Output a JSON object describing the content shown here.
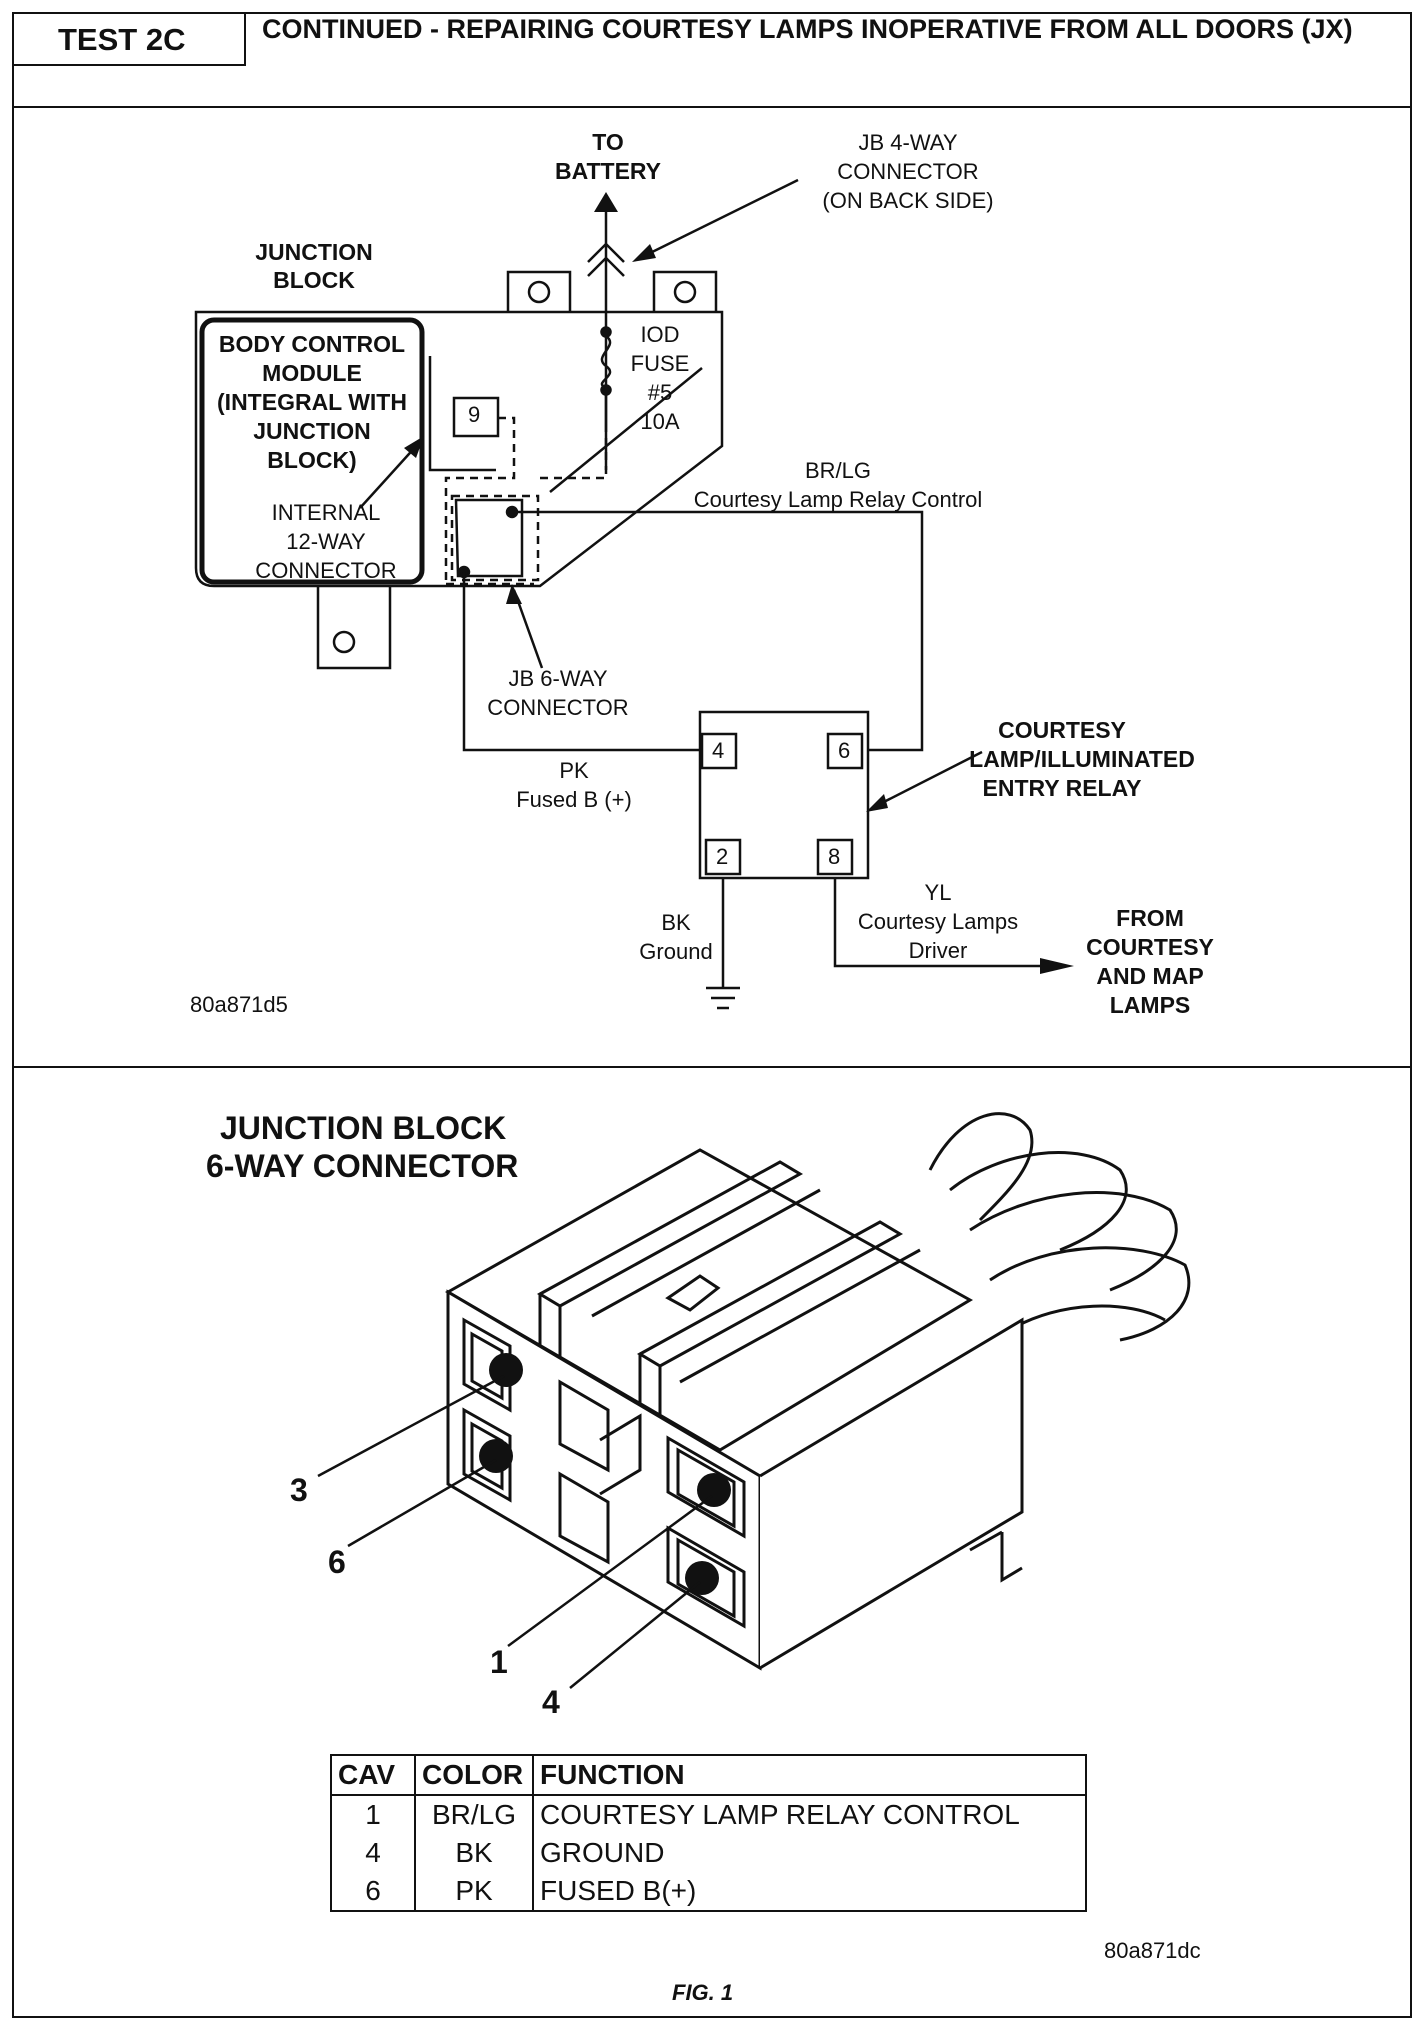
{
  "header": {
    "test_id": "TEST 2C",
    "title": "CONTINUED - REPAIRING COURTESY LAMPS INOPERATIVE FROM ALL DOORS (JX)"
  },
  "wiring_diagram": {
    "to_battery": [
      "TO",
      "BATTERY"
    ],
    "jb_4way": [
      "JB 4-WAY",
      "CONNECTOR",
      "(ON BACK SIDE)"
    ],
    "junction_block": [
      "JUNCTION",
      "BLOCK"
    ],
    "bcm": [
      "BODY CONTROL",
      "MODULE",
      "(INTEGRAL WITH",
      "JUNCTION",
      "BLOCK)"
    ],
    "internal_12way": [
      "INTERNAL",
      "12-WAY",
      "CONNECTOR"
    ],
    "fuse": [
      "IOD",
      "FUSE",
      "#5",
      "10A"
    ],
    "pin_9": "9",
    "wire_brlg": [
      "BR/LG",
      "Courtesy Lamp Relay Control"
    ],
    "jb_6way": [
      "JB 6-WAY",
      "CONNECTOR"
    ],
    "relay_label": [
      "COURTESY",
      "LAMP/ILLUMINATED",
      "ENTRY RELAY"
    ],
    "relay_pins": {
      "p4": "4",
      "p6": "6",
      "p2": "2",
      "p8": "8"
    },
    "wire_pk": [
      "PK",
      "Fused B (+)"
    ],
    "wire_bk": [
      "BK",
      "Ground"
    ],
    "wire_yl": [
      "YL",
      "Courtesy Lamps",
      "Driver"
    ],
    "from_lamps": [
      "FROM",
      "COURTESY",
      "AND MAP",
      "LAMPS"
    ],
    "ref_code": "80a871d5"
  },
  "connector_view": {
    "title": [
      "JUNCTION BLOCK",
      "6-WAY CONNECTOR"
    ],
    "callouts": {
      "c3": "3",
      "c6": "6",
      "c1": "1",
      "c4": "4"
    },
    "ref_code": "80a871dc",
    "figure_caption": "FIG. 1"
  },
  "pin_table": {
    "headers": [
      "CAV",
      "COLOR",
      "FUNCTION"
    ],
    "rows": [
      [
        "1",
        "BR/LG",
        "COURTESY LAMP RELAY CONTROL"
      ],
      [
        "4",
        "BK",
        "GROUND"
      ],
      [
        "6",
        "PK",
        "FUSED B(+)"
      ]
    ]
  }
}
